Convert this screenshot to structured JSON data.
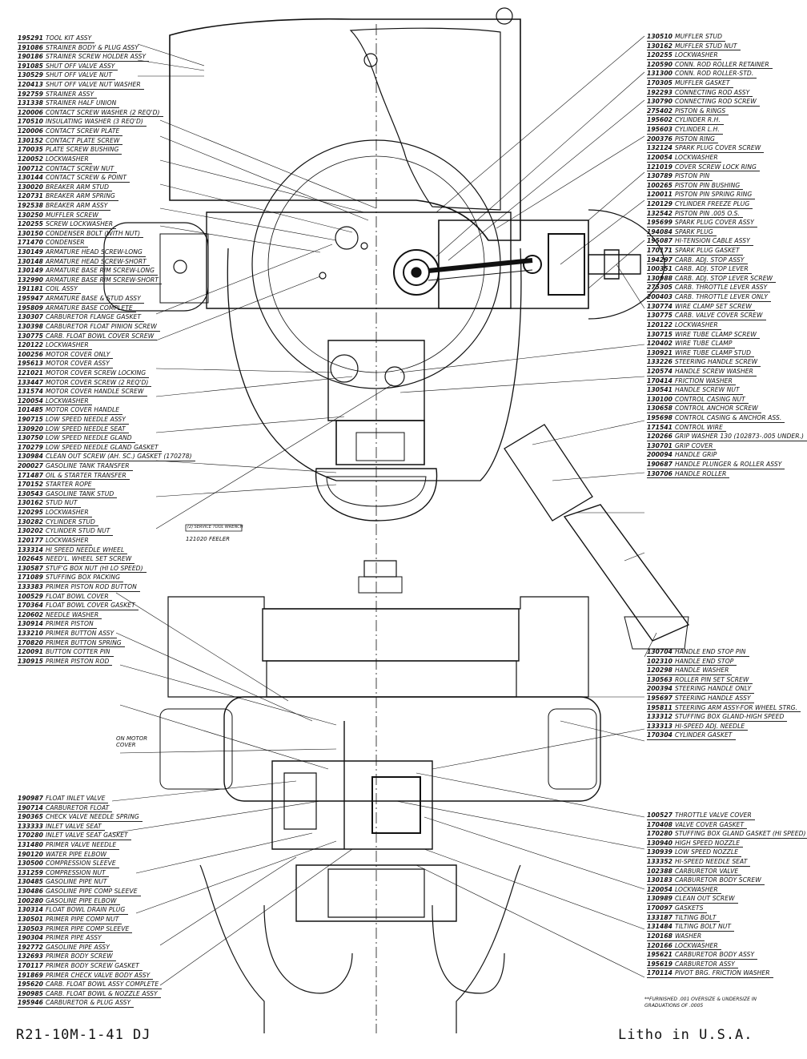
{
  "parts_left_top": [
    [
      "195291",
      "Tool Kit Assy"
    ],
    [
      "191086",
      "Strainer Body & Plug Assy"
    ],
    [
      "190186",
      "Strainer Screw Holder Assy"
    ],
    [
      "191085",
      "Shut Off Valve Assy"
    ],
    [
      "130529",
      "Shut Off Valve Nut"
    ],
    [
      "120413",
      "Shut Off Valve Nut Washer"
    ],
    [
      "192759",
      "Strainer Assy"
    ],
    [
      "131338",
      "Strainer Half Union"
    ],
    [
      "120006",
      "Contact Screw Washer (2 Req'd)"
    ],
    [
      "170510",
      "Insulating Washer (3 Req'd)"
    ],
    [
      "120006",
      "Contact Screw Plate"
    ],
    [
      "130152",
      "Contact Plate Screw"
    ],
    [
      "170035",
      "Plate Screw Bushing"
    ],
    [
      "120052",
      "Lockwasher"
    ],
    [
      "100712",
      "Contact Screw Nut"
    ],
    [
      "130144",
      "Contact Screw & Point"
    ],
    [
      "130020",
      "Breaker Arm Stud"
    ],
    [
      "120731",
      "Breaker Arm Spring"
    ],
    [
      "192538",
      "Breaker Arm Assy"
    ],
    [
      "130250",
      "Muffler Screw"
    ],
    [
      "120255",
      "Screw Lockwasher"
    ],
    [
      "130150",
      "Condenser Bolt (with nut)"
    ],
    [
      "171470",
      "Condenser"
    ],
    [
      "130149",
      "Armature Head Screw-Long"
    ],
    [
      "130148",
      "Armature Head Screw-Short"
    ],
    [
      "130149",
      "Armature Base Rim Screw-Long"
    ],
    [
      "132990",
      "Armature Base Rim Screw-Short"
    ],
    [
      "191181",
      "Coil Assy"
    ],
    [
      "195947",
      "Armature Base & Stud Assy"
    ],
    [
      "195809",
      "Armature Base Complete"
    ],
    [
      "130307",
      "Carburetor Flange Gasket"
    ],
    [
      "130398",
      "Carburetor Float Pinion Screw"
    ],
    [
      "130775",
      "Carb. Float Bowl Cover Screw"
    ],
    [
      "120122",
      "Lockwasher"
    ],
    [
      "100256",
      "Motor Cover Only"
    ],
    [
      "195613",
      "Motor Cover Assy"
    ],
    [
      "121021",
      "Motor Cover Screw Locking"
    ],
    [
      "133447",
      "Motor Cover Screw (2 Req'd)"
    ],
    [
      "131574",
      "Motor Cover Handle Screw"
    ],
    [
      "120054",
      "Lockwasher"
    ],
    [
      "101485",
      "Motor Cover Handle"
    ],
    [
      "190715",
      "Low Speed Needle Assy"
    ],
    [
      "130920",
      "Low Speed Needle Seat"
    ],
    [
      "130750",
      "Low Speed Needle Gland"
    ],
    [
      "170279",
      "Low Speed Needle Gland Gasket"
    ],
    [
      "130984",
      "Clean Out Screw (Ah. Sc.) Gasket (170278)"
    ],
    [
      "200027",
      "Gasoline Tank Transfer"
    ],
    [
      "171487",
      "Oil & Starter Transfer"
    ],
    [
      "170152",
      "Starter Rope"
    ],
    [
      "130543",
      "Gasoline Tank Stud"
    ],
    [
      "130162",
      "Stud Nut"
    ],
    [
      "120295",
      "Lockwasher"
    ],
    [
      "130282",
      "Cylinder Stud"
    ],
    [
      "130202",
      "Cylinder Stud Nut"
    ],
    [
      "120177",
      "Lockwasher"
    ],
    [
      "133314",
      "Hi Speed Needle Wheel"
    ],
    [
      "102645",
      "Need'l. Wheel Set Screw"
    ],
    [
      "130587",
      "Stuf'g Box Nut (Hi Lo Speed)"
    ],
    [
      "171089",
      "Stuffing Box Packing"
    ],
    [
      "133383",
      "Primer Piston Rod Button"
    ],
    [
      "100529",
      "Float Bowl Cover"
    ],
    [
      "170364",
      "Float Bowl Cover Gasket"
    ],
    [
      "120602",
      "Needle Washer"
    ],
    [
      "130914",
      "Primer Piston"
    ],
    [
      "133210",
      "Primer Button Assy"
    ],
    [
      "170820",
      "Primer Button Spring"
    ],
    [
      "120091",
      "Button Cotter Pin"
    ],
    [
      "130915",
      "Primer Piston Rod"
    ]
  ],
  "parts_left_bottom": [
    [
      "190987",
      "Float Inlet Valve"
    ],
    [
      "190714",
      "Carburetor Float"
    ],
    [
      "190365",
      "Check Valve Needle Spring"
    ],
    [
      "133333",
      "Inlet Valve Seat"
    ],
    [
      "170280",
      "Inlet Valve Seat Gasket"
    ],
    [
      "131480",
      "Primer Valve Needle"
    ],
    [
      "190120",
      "Water Pipe Elbow"
    ],
    [
      "130500",
      "Compression Sleeve"
    ],
    [
      "131259",
      "Compression Nut"
    ],
    [
      "130485",
      "Gasoline Pipe Nut"
    ],
    [
      "130486",
      "Gasoline Pipe Comp Sleeve"
    ],
    [
      "100280",
      "Gasoline Pipe Elbow"
    ],
    [
      "130314",
      "Float Bowl Drain Plug"
    ],
    [
      "130501",
      "Primer Pipe Comp Nut"
    ],
    [
      "130503",
      "Primer Pipe Comp Sleeve"
    ],
    [
      "190304",
      "Primer Pipe Assy"
    ],
    [
      "192772",
      "Gasoline Pipe Assy"
    ],
    [
      "132693",
      "Primer Body Screw"
    ],
    [
      "170117",
      "Primer Body Screw Gasket"
    ],
    [
      "191869",
      "Primer Check Valve Body Assy"
    ],
    [
      "195620",
      "Carb. Float Bowl Assy Complete"
    ],
    [
      "190985",
      "Carb. Float Bowl & Nozzle Assy"
    ],
    [
      "195946",
      "Carburetor & Plug Assy"
    ]
  ],
  "parts_right_top": [
    [
      "130510",
      "Muffler Stud"
    ],
    [
      "130162",
      "Muffler Stud Nut"
    ],
    [
      "120255",
      "Lockwasher"
    ],
    [
      "120590",
      "Conn. Rod Roller Retainer"
    ],
    [
      "131300",
      "Conn. Rod Roller-Std."
    ],
    [
      "170305",
      "Muffler Gasket"
    ],
    [
      "192293",
      "Connecting Rod Assy"
    ],
    [
      "130790",
      "Connecting Rod Screw"
    ],
    [
      "275402",
      "Piston & Rings"
    ],
    [
      "195602",
      "Cylinder R.H."
    ],
    [
      "195603",
      "Cylinder L.H."
    ],
    [
      "200376",
      "Piston Ring"
    ],
    [
      "132124",
      "Spark Plug Cover Screw"
    ],
    [
      "120054",
      "Lockwasher"
    ],
    [
      "121019",
      "Cover Screw Lock Ring"
    ],
    [
      "130789",
      "Piston Pin"
    ],
    [
      "100265",
      "Piston Pin Bushing"
    ],
    [
      "120011",
      "Piston Pin Spring Ring"
    ],
    [
      "120129",
      "Cylinder Freeze Plug"
    ],
    [
      "132542",
      "Piston Pin .005 O.S."
    ],
    [
      "195699",
      "Spark Plug Cover Assy"
    ],
    [
      "194084",
      "Spark Plug"
    ],
    [
      "195087",
      "Hi-Tension Cable Assy"
    ],
    [
      "170171",
      "Spark Plug Gasket"
    ],
    [
      "194297",
      "Carb. Adj. Stop Assy"
    ],
    [
      "100351",
      "Carb. Adj. Stop Lever"
    ],
    [
      "130988",
      "Carb. Adj. Stop Lever Screw"
    ],
    [
      "275305",
      "Carb. Throttle Lever Assy"
    ],
    [
      "200403",
      "Carb. Throttle Lever Only"
    ],
    [
      "130774",
      "Wire Clamp Set Screw"
    ],
    [
      "130775",
      "Carb. Valve Cover Screw"
    ],
    [
      "120122",
      "Lockwasher"
    ],
    [
      "130715",
      "Wire Tube Clamp Screw"
    ],
    [
      "120402",
      "Wire Tube Clamp"
    ],
    [
      "130921",
      "Wire Tube Clamp Stud"
    ],
    [
      "133226",
      "Steering Handle Screw"
    ],
    [
      "120574",
      "Handle Screw Washer"
    ],
    [
      "170414",
      "Friction Washer"
    ],
    [
      "130541",
      "Handle Screw Nut"
    ],
    [
      "130100",
      "Control Casing Nut"
    ],
    [
      "130658",
      "Control Anchor Screw"
    ],
    [
      "195698",
      "Control Casing & Anchor Ass."
    ],
    [
      "171541",
      "Control Wire"
    ],
    [
      "120266",
      "Grip Washer 130 (102873-.005 Under.)"
    ],
    [
      "130701",
      "Grip Cover"
    ],
    [
      "200094",
      "Handle Grip"
    ],
    [
      "190687",
      "Handle Plunger & Roller Assy"
    ],
    [
      "130706",
      "Handle Roller"
    ]
  ],
  "parts_right_mid": [
    [
      "130704",
      "Handle End Stop Pin"
    ],
    [
      "102310",
      "Handle End Stop"
    ],
    [
      "120298",
      "Handle Washer"
    ],
    [
      "130563",
      "Roller Pin Set Screw"
    ],
    [
      "200394",
      "Steering Handle Only"
    ],
    [
      "195697",
      "Steering Handle Assy"
    ],
    [
      "195811",
      "Steering Arm Assy-For Wheel Strg."
    ],
    [
      "133312",
      "Stuffing Box Gland-High Speed"
    ],
    [
      "133313",
      "Hi-Speed Adj. Needle"
    ],
    [
      "170304",
      "Cylinder Gasket"
    ]
  ],
  "parts_right_bottom": [
    [
      "100527",
      "Throttle Valve Cover"
    ],
    [
      "170408",
      "Valve Cover Gasket"
    ],
    [
      "170280",
      "Stuffing Box Gland Gasket (Hi Speed)"
    ],
    [
      "130940",
      "High Speed Nozzle"
    ],
    [
      "130939",
      "Low Speed Nozzle"
    ],
    [
      "133352",
      "Hi-Speed Needle Seat"
    ],
    [
      "102388",
      "Carburetor Valve"
    ],
    [
      "130183",
      "Carburetor Body Screw"
    ],
    [
      "120054",
      "Lockwasher"
    ],
    [
      "130989",
      "Clean Out Screw"
    ],
    [
      "170097",
      "Gaskets"
    ],
    [
      "133187",
      "Tilting Bolt"
    ],
    [
      "131484",
      "Tilting Bolt Nut"
    ],
    [
      "120168",
      "Washer"
    ],
    [
      "120166",
      "Lockwasher"
    ],
    [
      "195621",
      "Carburetor Body Assy"
    ],
    [
      "195619",
      "Carburetor Assy"
    ],
    [
      "170114",
      "Pivot Brg. Friction Washer"
    ]
  ],
  "labels": {
    "on_motor_cover": "On Motor Cover",
    "feeler_box": "(2) Service Tool Wrench",
    "feeler": "121020 Feeler",
    "footnote": "**Furnished .001 Oversize & Undersize in Graduations of .0005"
  },
  "footer": {
    "left": "R21-10M-1-41 DJ",
    "right": "Litho in U.S.A."
  }
}
